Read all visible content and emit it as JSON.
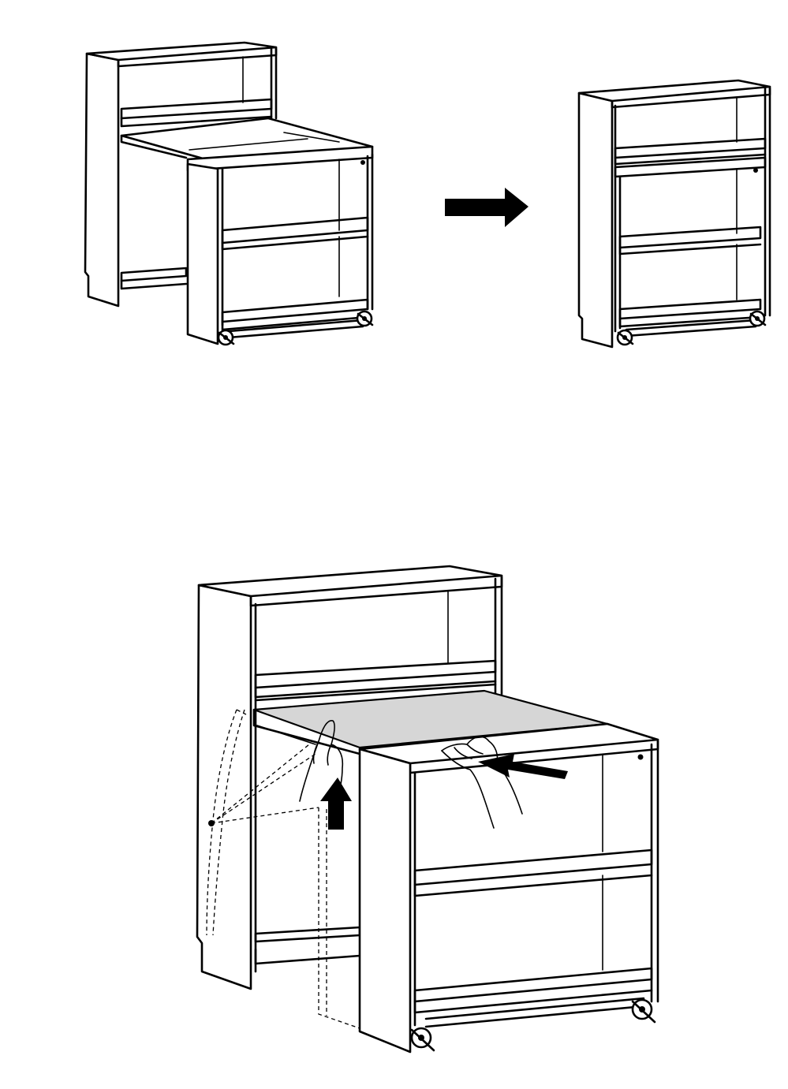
{
  "figure": {
    "panels": [
      {
        "name": "step-before",
        "object": "bookcase-with-pull-out-desk-extended"
      },
      {
        "name": "step-after",
        "object": "bookcase-with-pull-out-desk-closed"
      },
      {
        "name": "step-detail",
        "object": "folding-desk-top-being-lifted-and-pushed"
      }
    ],
    "icons": [
      "arrow-right-icon",
      "arrow-up-icon",
      "arrow-left-icon",
      "hand-icon"
    ],
    "colors": {
      "line": "#000000",
      "background": "#ffffff",
      "desk-top-fill": "#d6d6d6"
    }
  }
}
